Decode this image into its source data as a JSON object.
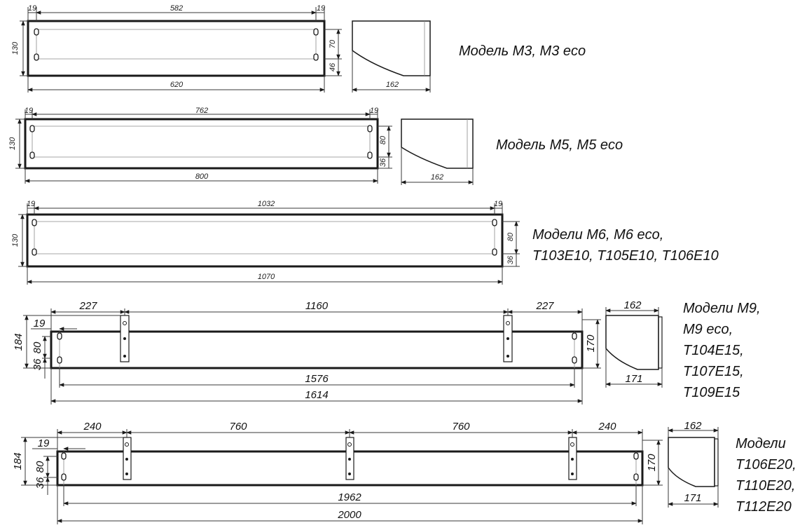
{
  "models": [
    {
      "label_lines": [
        "Модель M3, M3 eco"
      ],
      "dims": {
        "top_left": "19",
        "top_mid": "582",
        "top_right": "19",
        "height": "130",
        "upper": "70",
        "lower": "46",
        "total": "620",
        "side_depth": "162"
      }
    },
    {
      "label_lines": [
        "Модель M5, M5 eco"
      ],
      "dims": {
        "top_left": "19",
        "top_mid": "762",
        "top_right": "19",
        "height": "130",
        "upper": "80",
        "lower": "36",
        "total": "800",
        "side_depth": "162"
      }
    },
    {
      "label_lines": [
        "Модели M6, M6 eco,",
        "T103E10, T105E10, T106E10"
      ],
      "dims": {
        "top_left": "19",
        "top_mid": "1032",
        "top_right": "19",
        "height": "130",
        "upper": "80",
        "lower": "36",
        "total": "1070"
      }
    },
    {
      "label_lines": [
        "Модели M9,",
        "M9 eco,",
        "T104E15,",
        "T107E15,",
        "T109E15"
      ],
      "dims": {
        "seg1": "227",
        "seg2": "1160",
        "seg3": "227",
        "offset": "19",
        "height": "184",
        "upper": "80",
        "lower": "36",
        "inner": "1576",
        "total": "1614",
        "side_height": "170",
        "side_top": "162",
        "side_bottom": "171"
      }
    },
    {
      "label_lines": [
        "Модели",
        "T106E20,",
        "T110E20,",
        "T112E20"
      ],
      "dims": {
        "seg1": "240",
        "seg2": "760",
        "seg3": "760",
        "seg4": "240",
        "offset": "19",
        "height": "184",
        "upper": "80",
        "lower": "36",
        "inner": "1962",
        "total": "2000",
        "side_height": "170",
        "side_top": "162",
        "side_bottom": "171"
      }
    }
  ]
}
